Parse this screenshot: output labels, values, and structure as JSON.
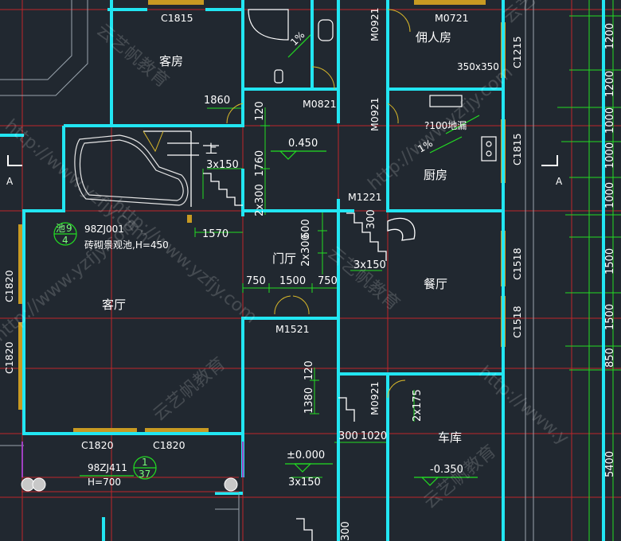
{
  "colors": {
    "background": "#212830",
    "wall": "#22e6f2",
    "window": "#c89a22",
    "grid": "#c0262a",
    "dimension": "#22dd22",
    "text": "#ffffff",
    "stair": "#ffffff"
  },
  "rooms": {
    "guest_room": "客房",
    "maid_room": "佣人房",
    "kitchen": "厨房",
    "foyer": "门厅",
    "dining": "餐厅",
    "living": "客厅",
    "garage": "车库"
  },
  "openings": {
    "c1815_top": "C1815",
    "m0721": "M0721",
    "m0921_a": "M0921",
    "c1215": "C1215",
    "m0821": "M0821",
    "m0921_b": "M0921",
    "c1815_right": "C1815",
    "m1221": "M1221",
    "c1518_a": "C1518",
    "c1518_b": "C1518",
    "m1521": "M1521",
    "m0921_c": "M0921",
    "c1820_left_a": "C1820",
    "c1820_left_b": "C1820",
    "c1820_bottom_a": "C1820",
    "c1820_bottom_b": "C1820"
  },
  "dimensions": {
    "d1860": "1860",
    "d120_a": "120",
    "d1760": "1760",
    "d300_a": "2x300",
    "d3x150_a": "3x150",
    "d1570": "1570",
    "d300_b": "300",
    "d2x300": "2x300",
    "d600": "600",
    "d3x150_b": "3x150",
    "d750_a": "750",
    "d1500": "1500",
    "d750_b": "750",
    "d120_b": "120",
    "d1380": "1380",
    "d2x175": "2x175",
    "d300_c": "300",
    "d1020": "1020",
    "d3x150_c": "3x150",
    "d300_d": "300",
    "right_1200_a": "1200",
    "right_1200_b": "1200",
    "right_1000_a": "1000",
    "right_1000_b": "1000",
    "right_1000_c": "1000",
    "right_1500_a": "1500",
    "right_1500_b": "1500",
    "right_850": "850",
    "right_5400": "5400"
  },
  "annotations": {
    "size_350": "350x350",
    "floor_drain": "?100地漏",
    "slope_a": "1%",
    "slope_b": "1%",
    "up": "上",
    "level_0450": "0.450",
    "level_000": "±0.000",
    "level_0350": "-0.350",
    "pond_std": "98ZJ001",
    "pond_desc": "砖砌景观池,H=450",
    "pond_ref_top": "9",
    "pond_ref_bottom": "4",
    "pond_ref_prefix": "池",
    "step_std": "98ZJ411",
    "step_h": "H=700",
    "step_ref_top": "1",
    "step_ref_bottom": "37",
    "section_a_left": "A",
    "section_a_right": "A"
  },
  "watermarks": {
    "w1": "http://www.yzfjy.com",
    "w2": "云艺帆教育",
    "w3": "http://www.yzfjy.com",
    "w4": "云艺帆教育",
    "w5": "http://www.yzfjy.com",
    "w6": "云艺帆教育",
    "w7": "http://www.yzfjy.com",
    "w8": "云艺帆教育",
    "w9": "http://www.y",
    "w10": "云艺帆教育"
  }
}
